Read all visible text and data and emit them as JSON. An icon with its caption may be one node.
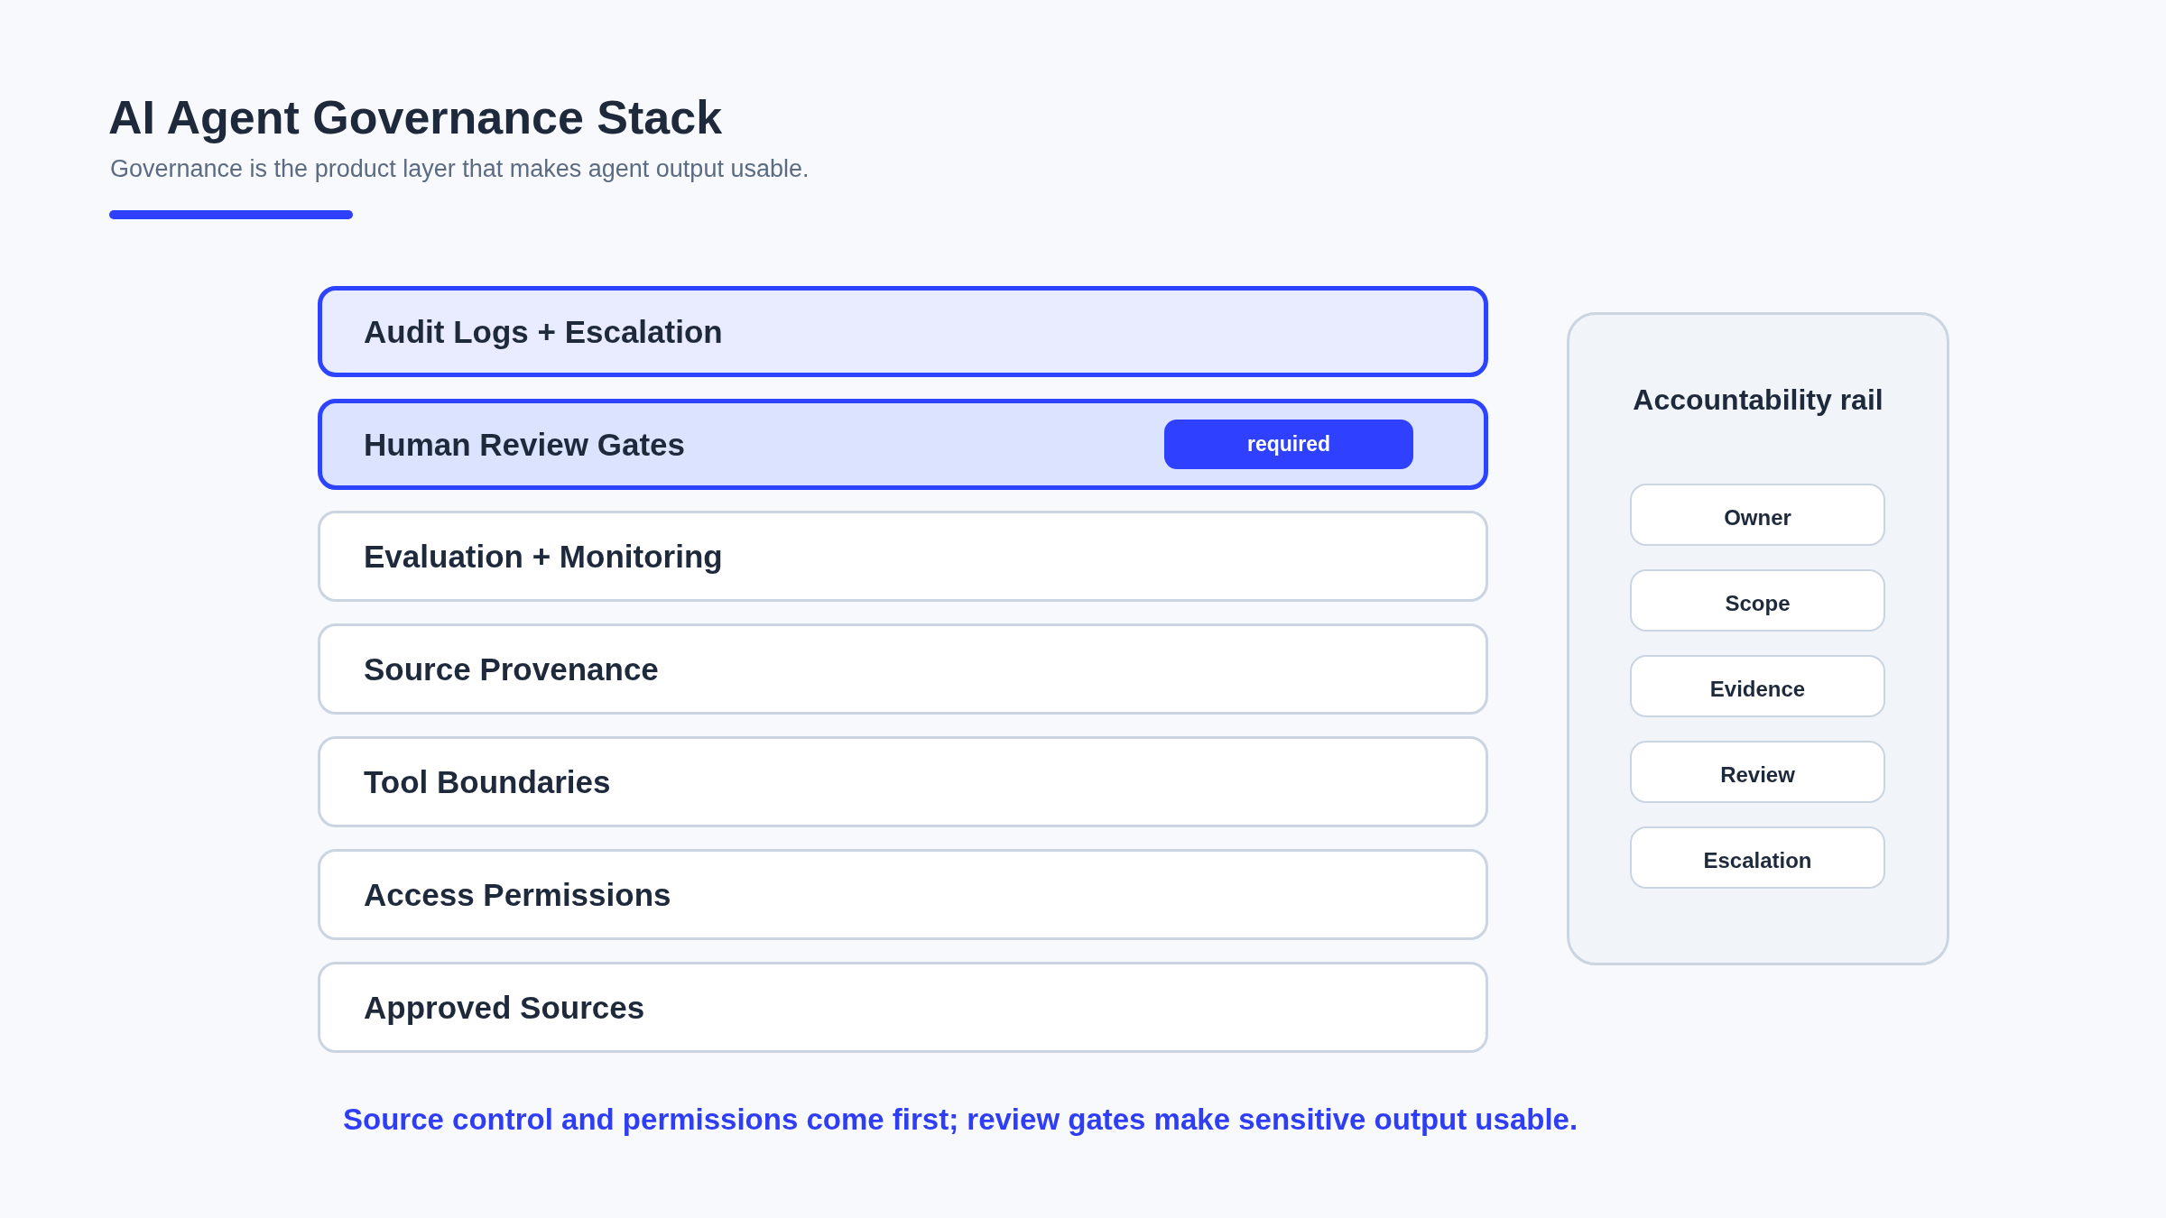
{
  "diagram": {
    "title": "AI Agent Governance Stack",
    "caption": "Source control and permissions come first; review gates make sensitive output usable.",
    "nodes": [
      {
        "text": [
          "Audit Logs + Escalation"
        ]
      },
      {
        "text": [
          "Human Review Gates"
        ]
      },
      {
        "text": [
          "required"
        ],
        "in": 1
      },
      {
        "text": [
          "Evaluation + Monitoring"
        ]
      },
      {
        "text": [
          "Source Provenance"
        ]
      },
      {
        "text": [
          "Tool Boundaries"
        ]
      },
      {
        "text": [
          "Access Permissions"
        ]
      },
      {
        "text": [
          "Approved Sources"
        ]
      },
      {
        "text": [
          "Accountability rail"
        ]
      },
      {
        "text": [
          "Owner"
        ],
        "in": 8
      },
      {
        "text": [
          "Scope"
        ],
        "in": 8
      },
      {
        "text": [
          "Evidence"
        ],
        "in": 8
      },
      {
        "text": [
          "Review"
        ],
        "in": 8
      },
      {
        "text": [
          "Escalation"
        ],
        "in": 8
      }
    ],
    "labels": [
      "Governance is the product layer that makes agent output usable."
    ]
  }
}
